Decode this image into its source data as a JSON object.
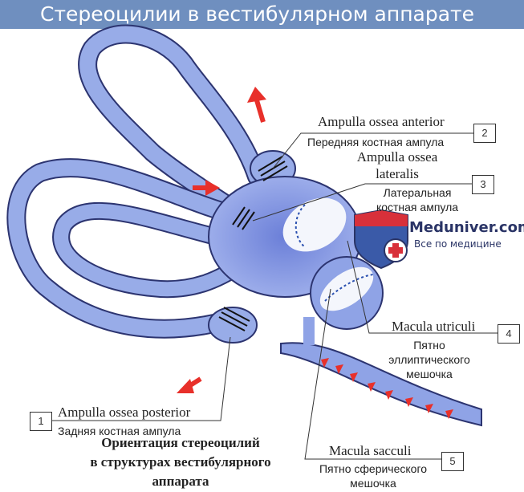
{
  "title": "Стереоцилии в вестибулярном аппарате",
  "labels": [
    {
      "num": "1",
      "latin": "Ampulla ossea posterior",
      "russian": [
        "Задняя костная ампула"
      ]
    },
    {
      "num": "2",
      "latin": "Ampulla ossea anterior",
      "russian": [
        "Передняя костная ампула"
      ]
    },
    {
      "num": "3",
      "latin": [
        "Ampulla ossea",
        "lateralis"
      ],
      "russian": [
        "Латеральная",
        "костная ампула"
      ]
    },
    {
      "num": "4",
      "latin": "Macula utriculi",
      "russian": [
        "Пятно",
        "эллиптического",
        "мешочка"
      ]
    },
    {
      "num": "5",
      "latin": "Macula sacculi",
      "russian": [
        "Пятно сферического",
        "мешочка"
      ]
    }
  ],
  "caption": [
    "Ориентация стереоцилий",
    "в структурах вестибулярного",
    "аппарата"
  ],
  "logo": {
    "name": "Meduniver.com",
    "tagline": "Все по медицине"
  },
  "colors": {
    "title_bar": "#6f8fbf",
    "canal": "#8fa3e6",
    "arrow": "#e8302a"
  }
}
